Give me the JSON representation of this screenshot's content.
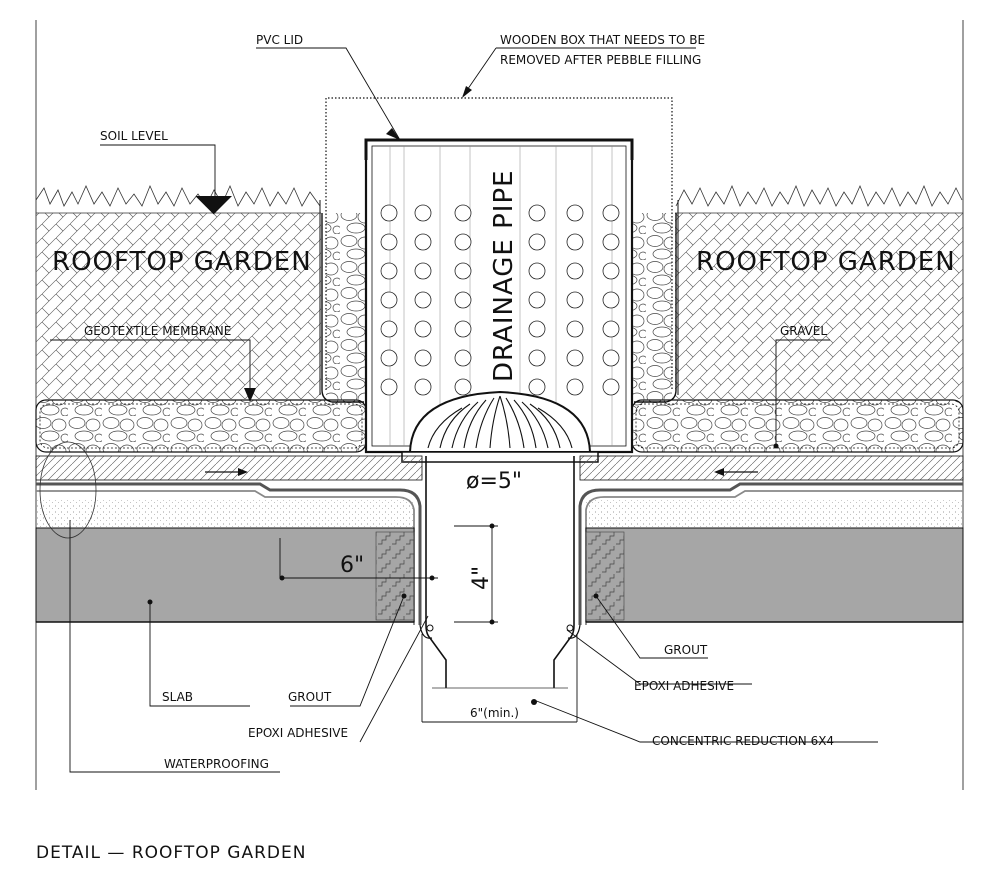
{
  "labels": {
    "pvc_lid": "PVC LID",
    "wooden_box_line1": "WOODEN BOX THAT NEEDS TO BE",
    "wooden_box_line2": "REMOVED AFTER PEBBLE FILLING",
    "soil_level": "SOIL LEVEL",
    "garden_left": "ROOFTOP GARDEN",
    "garden_right": "ROOFTOP GARDEN",
    "drainage_pipe": "DRAINAGE PIPE",
    "geotextile": "GEOTEXTILE MEMBRANE",
    "gravel": "GRAVEL",
    "diameter": "ø=5\"",
    "dim_6": "6\"",
    "dim_4": "4\"",
    "grout_right": "GROUT",
    "epoxi_right": "EPOXI ADHESIVE",
    "slab": "SLAB",
    "grout_left": "GROUT",
    "epoxi_left": "EPOXI ADHESIVE",
    "dim_6_min": "6\"(min.)",
    "concentric": "CONCENTRIC REDUCTION 6X4",
    "waterproofing": "WATERPROOFING"
  },
  "title": "DETAIL — ROOFTOP GARDEN"
}
